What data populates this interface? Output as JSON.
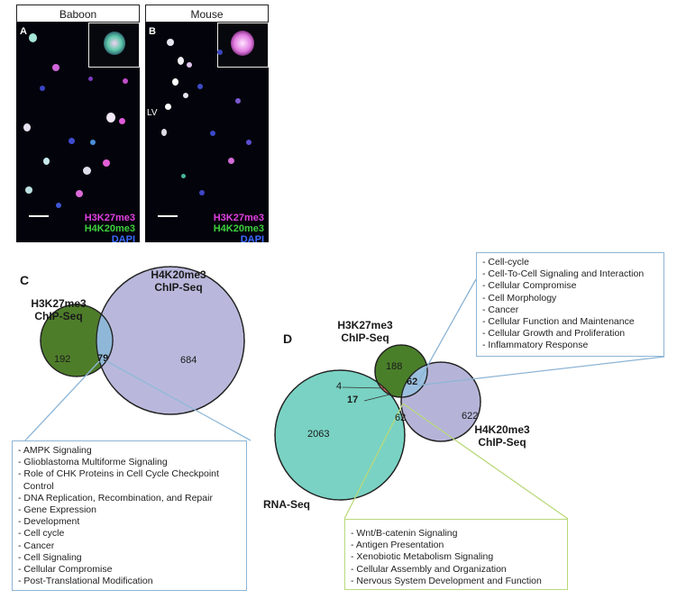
{
  "panel_a": {
    "header": "Baboon",
    "letter": "A",
    "labels": [
      {
        "text": "H3K27me3",
        "color": "#e040e0"
      },
      {
        "text": "H4K20me3",
        "color": "#3ecf3e"
      },
      {
        "text": "DAPI",
        "color": "#3a6bff"
      }
    ]
  },
  "panel_b": {
    "header": "Mouse",
    "letter": "B",
    "lv_label": "LV",
    "labels": [
      {
        "text": "H3K27me3",
        "color": "#e040e0"
      },
      {
        "text": "H4K20me3",
        "color": "#3ecf3e"
      },
      {
        "text": "DAPI",
        "color": "#3a6bff"
      }
    ]
  },
  "panel_c": {
    "letter": "C",
    "set_left": {
      "line1": "H3K27me3",
      "line2": "ChIP-Seq",
      "color": "#4e7d2a"
    },
    "set_right": {
      "line1": "H4K20me3",
      "line2": "ChIP-Seq",
      "color": "#b9b8dc"
    },
    "counts": {
      "left_only": "192",
      "overlap": "79",
      "right_only": "684"
    },
    "overlap_color": "#8fb8d8",
    "pathways": [
      "- AMPK Signaling",
      "- Glioblastoma Multiforme Signaling",
      "- Role of CHK Proteins in Cell Cycle Checkpoint",
      "  Control",
      "- DNA Replication, Recombination, and Repair",
      "- Gene Expression",
      "- Development",
      "- Cell cycle",
      "- Cancer",
      "- Cell Signaling",
      "- Cellular Compromise",
      "- Post-Translational Modification"
    ],
    "box_border": "#8db4d4"
  },
  "panel_d": {
    "letter": "D",
    "set_top": {
      "line1": "H3K27me3",
      "line2": "ChIP-Seq",
      "color": "#4a7f2a"
    },
    "set_right": {
      "line1": "H4K20me3",
      "line2": "ChIP-Seq",
      "color": "#b5b4d8"
    },
    "set_big": {
      "label": "RNA-Seq",
      "color": "#79d2c3"
    },
    "counts": {
      "top_only": "188",
      "top_right": "62",
      "right_only": "622",
      "rna_top": "4",
      "all_three": "17",
      "rna_right": "62",
      "rna_only": "2063"
    },
    "colors": {
      "rna_top": "#e8735a",
      "rna_right": "#f4b06a",
      "top_right": "#9bc0df"
    },
    "blue_box": [
      "- Cell-cycle",
      "- Cell-To-Cell Signaling and Interaction",
      "- Cellular Compromise",
      "- Cell Morphology",
      "- Cancer",
      "- Cellular Function and Maintenance",
      "- Cellular Growth and Proliferation",
      "- Inflammatory Response"
    ],
    "green_box": [
      "- Wnt/B-catenin Signaling",
      "- Antigen Presentation",
      "- Xenobiotic Metabolism Signaling",
      "- Cellular Assembly and Organization",
      "- Nervous System Development and Function"
    ],
    "blue_border": "#8db4d4",
    "green_border": "#b9d97a"
  }
}
